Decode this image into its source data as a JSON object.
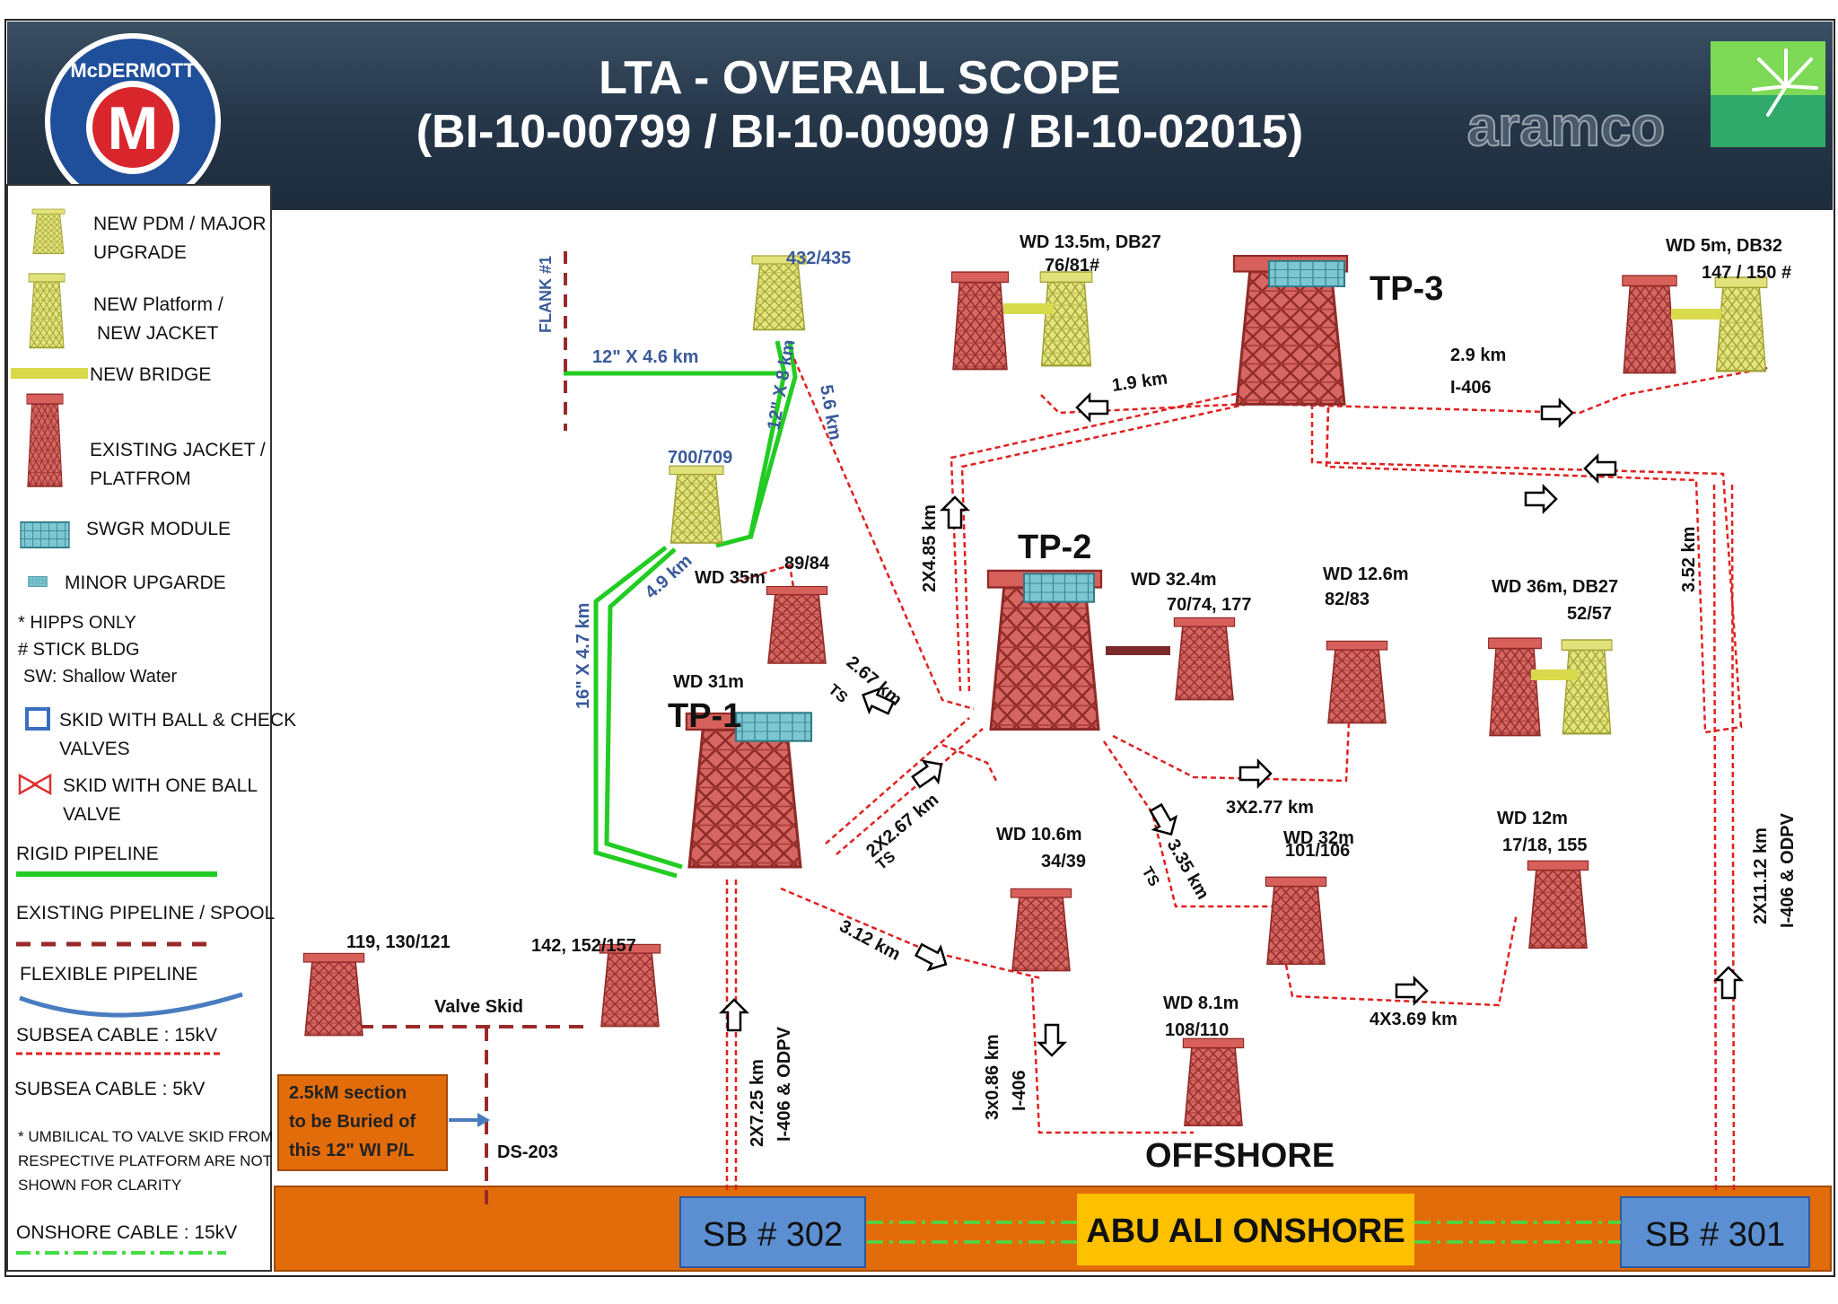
{
  "header": {
    "title_line1": "LTA - OVERALL SCOPE",
    "title_line2": "(BI-10-00799 / BI-10-00909 / BI-10-02015)",
    "left_logo_text": "McDERMOTT",
    "left_logo_letter": "M",
    "right_logo_text": "aramco"
  },
  "legend": {
    "new_pdm": "NEW PDM / MAJOR UPGRADE",
    "new_platform": "NEW Platform / NEW JACKET",
    "new_bridge": "NEW BRIDGE",
    "existing_jacket": "EXISTING JACKET / PLATFROM",
    "swgr_module": "SWGR MODULE",
    "minor_upgrade": "MINOR UPGARDE",
    "note_hipps": "* HIPPS ONLY",
    "note_stick": "# STICK BLDG",
    "note_sw": "SW: Shallow Water",
    "skid_ball_check": "SKID WITH BALL & CHECK VALVES",
    "skid_one_ball": "SKID WITH ONE BALL VALVE",
    "rigid_pipeline": "RIGID PIPELINE",
    "existing_pipeline": "EXISTING PIPELINE / SPOOL",
    "flexible_pipeline": "FLEXIBLE PIPELINE",
    "subsea_15kv": "SUBSEA CABLE : 15kV",
    "subsea_5kv": "SUBSEA CABLE : 5kV",
    "umbilical_note": "* UMBILICAL TO VALVE SKID FROM RESPECTIVE PLATFORM ARE NOT SHOWN FOR CLARITY",
    "onshore_15kv": "ONSHORE CABLE : 15kV"
  },
  "diagram": {
    "flank": "FLANK #1",
    "p432": "432/435",
    "p700": "700/709",
    "pipe_12x46": "12\" X 4.6 km",
    "pipe_12x8": "12\" X 8 km",
    "pipe_56": "5.6 km",
    "pipe_16x47": "16\" X 4.7 km",
    "pipe_49": "4.9 km",
    "wd35": "WD 35m",
    "p8984": "89/84",
    "wd31": "WD 31m",
    "tp1": "TP-1",
    "tp2": "TP-2",
    "tp3": "TP-3",
    "c267_ts_a": "2.67 km",
    "ts": "TS",
    "c2x267": "2X2.67 km",
    "c2x485": "2X4.85 km",
    "c19": "1.9 km",
    "wd135": "WD 13.5m, DB27",
    "p7681": "76/81#",
    "c29": "2.9 km",
    "i406": "I-406",
    "wd5": "WD 5m, DB32",
    "p147": "147 / 150 #",
    "wd324": "WD 32.4m",
    "p7074": "70/74, 177",
    "wd126": "WD 12.6m",
    "p8283": "82/83",
    "wd36": "WD 36m, DB27",
    "p5257": "52/57",
    "c352": "3.52 km",
    "c3x277": "3X2.77 km",
    "wd106": "WD 10.6m",
    "p3439": "34/39",
    "c312": "3.12 km",
    "c335": "3.35 km",
    "wd32": "WD 32m",
    "p101": "101/106",
    "wd12": "WD 12m",
    "p1718": "17/18, 155",
    "c4x369": "4X3.69 km",
    "c2x1112": "2X11.12 km",
    "i406odpv": "I-406 & ODPV",
    "wd81": "WD 8.1m",
    "p108": "108/110",
    "c3x086": "3x0.86 km",
    "offshore": "OFFSHORE",
    "c2x725": "2X7.25 km",
    "p119": "119, 130/121",
    "p142": "142, 152/157",
    "valve_skid": "Valve Skid",
    "buried_l1": "2.5kM section",
    "buried_l2": "to be Buried of",
    "buried_l3": "this 12\" WI P/L",
    "ds203": "DS-203",
    "sb302": "SB # 302",
    "sb301": "SB # 301",
    "abu_ali": "ABU ALI ONSHORE"
  },
  "colors": {
    "header_bg": "#2b3e50",
    "jacket_red": "#c8504c",
    "new_yellow": "#d7d96a",
    "swgr_teal": "#6fbdc9",
    "rigid_green": "#22cc22",
    "cable_red": "#e02020",
    "existing_pipe": "#9a2a2a",
    "onshore_orange": "#e36c0a",
    "sb_blue": "#5b8fd1",
    "abu_ali_yellow": "#ffc000",
    "onshore_cable_green": "#44dd44"
  }
}
